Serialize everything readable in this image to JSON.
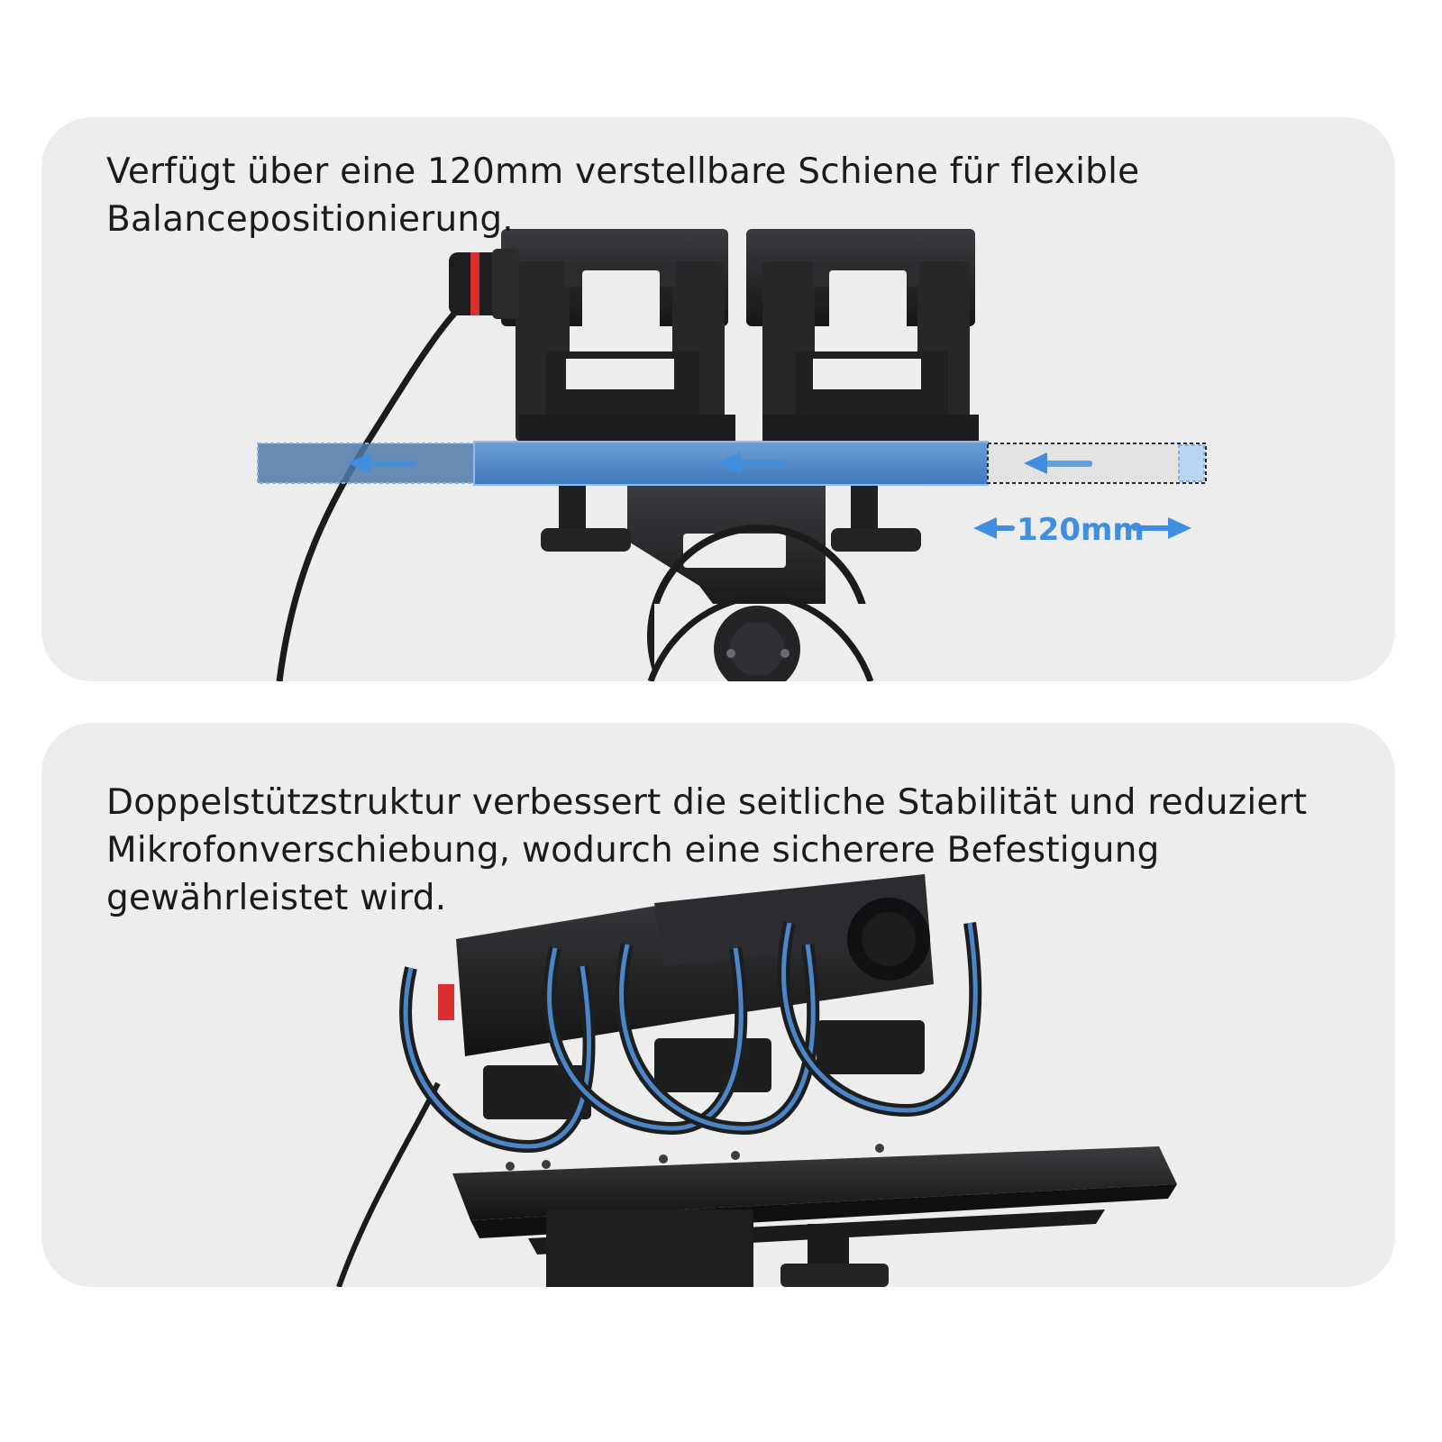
{
  "panels": [
    {
      "caption": "Verfügt über eine 120mm verstellbare Schiene für flexible Balancepositionierung.",
      "dimension_label": "120mm"
    },
    {
      "caption": "Doppelstützstruktur verbessert die seitliche Stabilität und reduziert Mikrofonverschiebung, wodurch eine sicherere Befestigung gewährleistet wird."
    }
  ],
  "colors": {
    "page_background": "#ffffff",
    "panel_background": "#ededed",
    "caption_text": "#1b1b1b",
    "accent_blue": "#3f8ee0",
    "hardware_black": "#1f2022",
    "suspension_band_blue": "#4a86c8",
    "cable_ring_red": "#d8302e"
  },
  "icons": [
    "arrow-left-icon",
    "double-arrow-icon"
  ]
}
